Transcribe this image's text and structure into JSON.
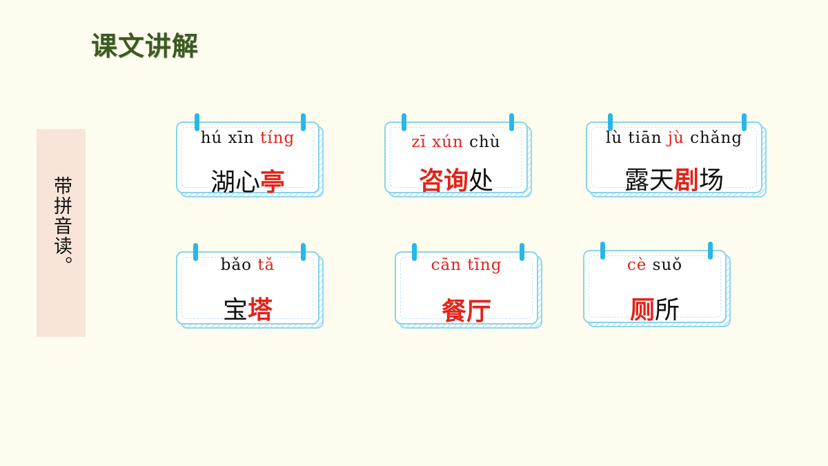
{
  "header": {
    "title": "课文讲解"
  },
  "side": {
    "instruction": "带拼音读。"
  },
  "cards": [
    {
      "pinyin": [
        {
          "text": "hú xīn ",
          "red": false
        },
        {
          "text": "tíng",
          "red": true
        }
      ],
      "chars": [
        {
          "text": "湖心",
          "red": false
        },
        {
          "text": "亭",
          "red": true
        }
      ]
    },
    {
      "pinyin": [
        {
          "text": "zī xún ",
          "red": true
        },
        {
          "text": "chù",
          "red": false
        }
      ],
      "chars": [
        {
          "text": "咨询",
          "red": true
        },
        {
          "text": "处",
          "red": false
        }
      ]
    },
    {
      "pinyin": [
        {
          "text": "lù tiān ",
          "red": false
        },
        {
          "text": "jù",
          "red": true
        },
        {
          "text": " chǎng",
          "red": false
        }
      ],
      "chars": [
        {
          "text": "露天",
          "red": false
        },
        {
          "text": "剧",
          "red": true
        },
        {
          "text": "场",
          "red": false
        }
      ]
    },
    {
      "pinyin": [
        {
          "text": "bǎo ",
          "red": false
        },
        {
          "text": "tǎ",
          "red": true
        }
      ],
      "chars": [
        {
          "text": "宝",
          "red": false
        },
        {
          "text": "塔",
          "red": true
        }
      ]
    },
    {
      "pinyin": [
        {
          "text": "cān tīng",
          "red": true
        }
      ],
      "chars": [
        {
          "text": "餐厅",
          "red": true
        }
      ]
    },
    {
      "pinyin": [
        {
          "text": "cè",
          "red": true
        },
        {
          "text": " suǒ",
          "red": false
        }
      ],
      "chars": [
        {
          "text": "厕",
          "red": true
        },
        {
          "text": "所",
          "red": false
        }
      ]
    }
  ],
  "colors": {
    "accent_red": "#e2231a",
    "title_green": "#3c5a23",
    "ring_blue": "#29b6e8"
  }
}
